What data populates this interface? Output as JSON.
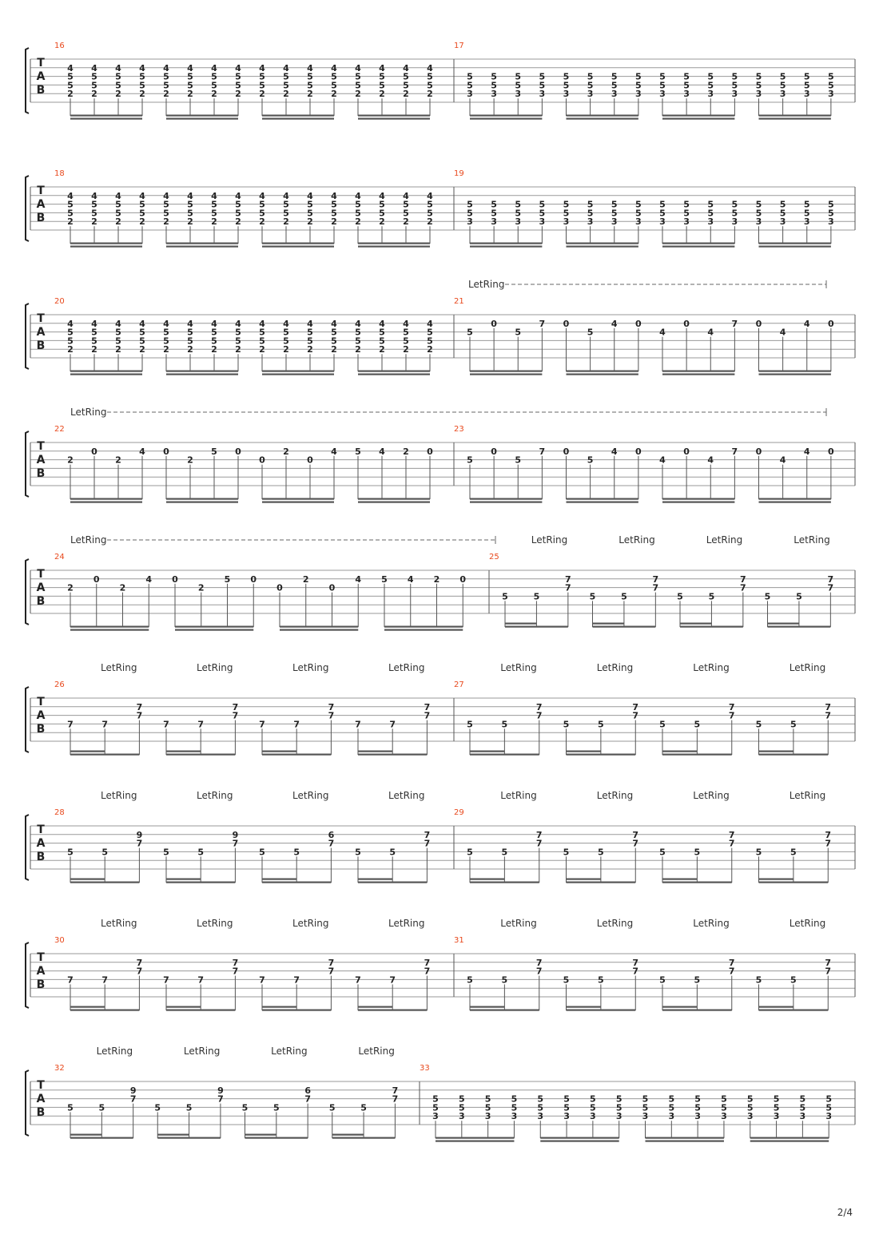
{
  "page_number": "2/4",
  "tab_clef": [
    "T",
    "A",
    "B"
  ],
  "let_ring_label": "LetRing",
  "colors": {
    "bar_number": "#e8491d",
    "staff_line": "#9a9a9a",
    "notes": "#222222"
  },
  "systems": [
    {
      "measures": [
        {
          "number": "16",
          "beamed": true,
          "notes": [
            "A",
            "A",
            "A",
            "A",
            "A",
            "A",
            "A",
            "A",
            "A",
            "A",
            "A",
            "A",
            "A",
            "A",
            "A",
            "A"
          ]
        },
        {
          "number": "17",
          "beamed": true,
          "notes": [
            "B",
            "B",
            "B",
            "B",
            "B",
            "B",
            "B",
            "B",
            "B",
            "B",
            "B",
            "B",
            "B",
            "B",
            "B",
            "B"
          ]
        }
      ]
    },
    {
      "measures": [
        {
          "number": "18",
          "beamed": true,
          "notes": [
            "A",
            "A",
            "A",
            "A",
            "A",
            "A",
            "A",
            "A",
            "A",
            "A",
            "A",
            "A",
            "A",
            "A",
            "A",
            "A"
          ]
        },
        {
          "number": "19",
          "beamed": true,
          "notes": [
            "B",
            "B",
            "B",
            "B",
            "B",
            "B",
            "B",
            "B",
            "B",
            "B",
            "B",
            "B",
            "B",
            "B",
            "B",
            "B"
          ]
        }
      ]
    },
    {
      "let_ring": [
        {
          "dashed": true,
          "from_measure": 1
        }
      ],
      "measures": [
        {
          "number": "20",
          "beamed": true,
          "notes": [
            "A",
            "A",
            "A",
            "A",
            "A",
            "A",
            "A",
            "A",
            "A",
            "A",
            "A",
            "A",
            "A",
            "A",
            "A",
            "A"
          ]
        },
        {
          "number": "21",
          "beamed": true,
          "notes": [
            "5@2",
            "0@1",
            "5@2",
            "7@1",
            "0@1",
            "5@2",
            "4@1",
            "0@1",
            "4@2",
            "0@1",
            "4@2",
            "7@1",
            "0@1",
            "4@2",
            "4@1",
            "0@1"
          ]
        }
      ]
    },
    {
      "let_ring": [
        {
          "dashed": true,
          "from_measure": 0
        }
      ],
      "measures": [
        {
          "number": "22",
          "beamed": true,
          "notes": [
            "2@2",
            "0@1",
            "2@2",
            "4@1",
            "0@1",
            "2@2",
            "5@1",
            "0@1",
            "0@2",
            "2@1",
            "0@2",
            "4@1",
            "5@1",
            "4@1",
            "2@1",
            "0@1"
          ]
        },
        {
          "number": "23",
          "beamed": true,
          "notes": [
            "5@2",
            "0@1",
            "5@2",
            "7@1",
            "0@1",
            "5@2",
            "4@1",
            "0@1",
            "4@2",
            "0@1",
            "4@2",
            "7@1",
            "0@1",
            "4@2",
            "4@1",
            "0@1"
          ]
        }
      ]
    },
    {
      "let_ring": [
        {
          "dashed": true,
          "from_measure": 0
        },
        {
          "dashed": false,
          "measure": 1
        }
      ],
      "measures": [
        {
          "number": "24",
          "beamed": true,
          "notes": [
            "2@2",
            "0@1",
            "2@2",
            "4@1",
            "0@1",
            "2@2",
            "5@1",
            "0@1",
            "0@2",
            "2@1",
            "0@2",
            "4@1",
            "5@1",
            "4@1",
            "2@1",
            "0@1"
          ]
        },
        {
          "number": "25",
          "beamed": false,
          "notes": [
            "5",
            "5",
            "C",
            "5",
            "5",
            "C",
            "5",
            "5",
            "C",
            "5",
            "5",
            "C"
          ]
        }
      ]
    },
    {
      "let_ring": [
        {
          "dashed": false,
          "measure": 0
        },
        {
          "dashed": false,
          "measure": 1
        }
      ],
      "measures": [
        {
          "number": "26",
          "beamed": false,
          "notes": [
            "7",
            "7",
            "C",
            "7",
            "7",
            "C",
            "7",
            "7",
            "C",
            "7",
            "7",
            "C"
          ]
        },
        {
          "number": "27",
          "beamed": false,
          "notes": [
            "5",
            "5",
            "C",
            "5",
            "5",
            "C",
            "5",
            "5",
            "C",
            "5",
            "5",
            "C"
          ]
        }
      ]
    },
    {
      "let_ring": [
        {
          "dashed": false,
          "measure": 0
        },
        {
          "dashed": false,
          "measure": 1
        }
      ],
      "measures": [
        {
          "number": "28",
          "beamed": false,
          "notes": [
            "5",
            "5",
            "9,7",
            "5",
            "5",
            "9,7",
            "5",
            "5",
            "6,7",
            "5",
            "5",
            "C"
          ]
        },
        {
          "number": "29",
          "beamed": false,
          "notes": [
            "5",
            "5",
            "C",
            "5",
            "5",
            "C",
            "5",
            "5",
            "C",
            "5",
            "5",
            "C"
          ]
        }
      ]
    },
    {
      "let_ring": [
        {
          "dashed": false,
          "measure": 0
        },
        {
          "dashed": false,
          "measure": 1
        }
      ],
      "measures": [
        {
          "number": "30",
          "beamed": false,
          "notes": [
            "7",
            "7",
            "C",
            "7",
            "7",
            "C",
            "7",
            "7",
            "C",
            "7",
            "7",
            "C"
          ]
        },
        {
          "number": "31",
          "beamed": false,
          "notes": [
            "5",
            "5",
            "C",
            "5",
            "5",
            "C",
            "5",
            "5",
            "C",
            "5",
            "5",
            "C"
          ]
        }
      ]
    },
    {
      "let_ring": [
        {
          "dashed": false,
          "measure": 0
        }
      ],
      "measures": [
        {
          "number": "32",
          "beamed": false,
          "notes": [
            "5",
            "5",
            "9,7",
            "5",
            "5",
            "9,7",
            "5",
            "5",
            "6,7",
            "5",
            "5",
            "C"
          ]
        },
        {
          "number": "33",
          "beamed": true,
          "notes": [
            "B",
            "B",
            "B",
            "B",
            "B",
            "B",
            "B",
            "B",
            "B",
            "B",
            "B",
            "B",
            "B",
            "B",
            "B",
            "B"
          ]
        }
      ]
    }
  ]
}
